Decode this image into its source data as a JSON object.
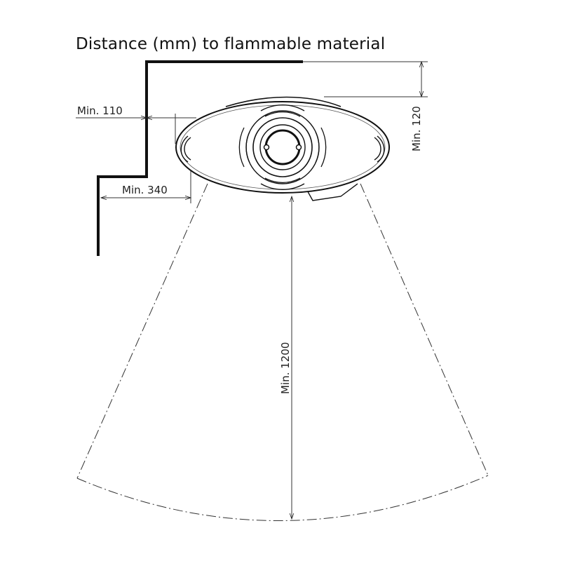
{
  "title": "Distance (mm) to flammable material",
  "dimensions": {
    "side": "Min. 110",
    "back": "Min. 340",
    "top": "Min. 120",
    "front": "Min. 1200"
  },
  "colors": {
    "line": "#111111",
    "thin": "#333333"
  }
}
